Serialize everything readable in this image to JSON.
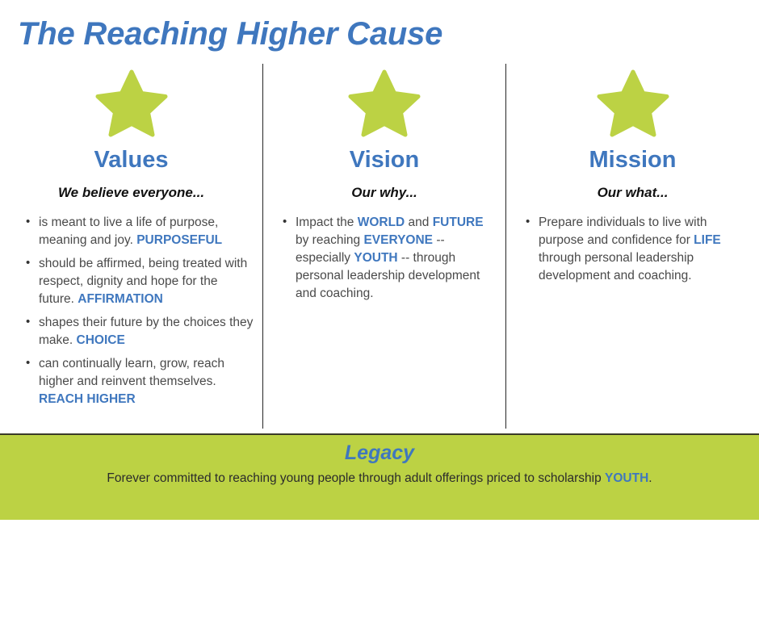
{
  "title": "The Reaching Higher Cause",
  "colors": {
    "brand_blue": "#3F77BE",
    "brand_green": "#BCD244",
    "body_text": "#4A4A4A",
    "divider": "#262626"
  },
  "columns": [
    {
      "id": "values",
      "icon": "star-icon",
      "heading": "Values",
      "subheading": "We believe everyone...",
      "bullets": [
        {
          "parts": [
            {
              "text": "is meant to live a life of purpose, meaning and joy. ",
              "emphasis": false
            },
            {
              "text": "PURPOSEFUL",
              "emphasis": true
            }
          ]
        },
        {
          "parts": [
            {
              "text": "should be affirmed, being treated with respect, dignity and hope for the future. ",
              "emphasis": false
            },
            {
              "text": "AFFIRMATION",
              "emphasis": true
            }
          ]
        },
        {
          "parts": [
            {
              "text": "shapes their future by the choices they make. ",
              "emphasis": false
            },
            {
              "text": "CHOICE",
              "emphasis": true
            }
          ]
        },
        {
          "parts": [
            {
              "text": "can continually learn, grow, reach higher and reinvent themselves. ",
              "emphasis": false
            },
            {
              "text": "REACH HIGHER",
              "emphasis": true
            }
          ]
        }
      ]
    },
    {
      "id": "vision",
      "icon": "star-icon",
      "heading": "Vision",
      "subheading": "Our why...",
      "bullets": [
        {
          "parts": [
            {
              "text": "Impact the ",
              "emphasis": false
            },
            {
              "text": "WORLD",
              "emphasis": true
            },
            {
              "text": " and ",
              "emphasis": false
            },
            {
              "text": "FUTURE",
              "emphasis": true
            },
            {
              "text": " by reaching ",
              "emphasis": false
            },
            {
              "text": "EVERYONE",
              "emphasis": true
            },
            {
              "text": " -- especially ",
              "emphasis": false
            },
            {
              "text": "YOUTH",
              "emphasis": true
            },
            {
              "text": " -- through personal leadership development and coaching.",
              "emphasis": false
            }
          ]
        }
      ]
    },
    {
      "id": "mission",
      "icon": "star-icon",
      "heading": "Mission",
      "subheading": "Our what...",
      "bullets": [
        {
          "parts": [
            {
              "text": "Prepare individuals to live with purpose and confidence for ",
              "emphasis": false
            },
            {
              "text": "LIFE",
              "emphasis": true
            },
            {
              "text": " through personal leadership development and coaching.",
              "emphasis": false
            }
          ]
        }
      ]
    }
  ],
  "legacy": {
    "heading": "Legacy",
    "parts": [
      {
        "text": "Forever committed to reaching young people through adult offerings priced to scholarship ",
        "emphasis": false
      },
      {
        "text": "YOUTH",
        "emphasis": true
      },
      {
        "text": ".",
        "emphasis": false
      }
    ]
  }
}
